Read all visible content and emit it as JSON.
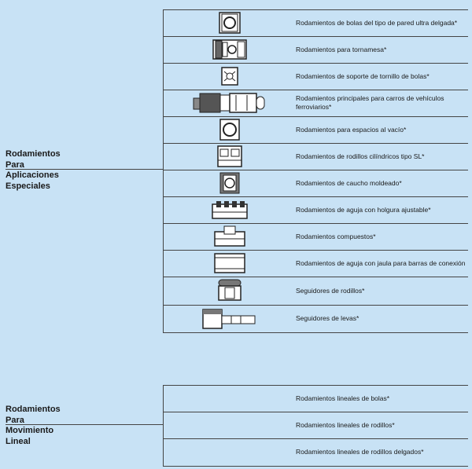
{
  "groups": [
    {
      "label": "Rodamientos\nPara\nAplicaciones\nEspeciales",
      "items": [
        {
          "label": "Rodamientos de bolas del tipo de pared ultra delgada*",
          "icon": "thin-ball-bearing-icon"
        },
        {
          "label": "Rodamientos para tornamesa*",
          "icon": "turntable-bearing-icon"
        },
        {
          "label": "Rodamientos de soporte de tornillo de bolas*",
          "icon": "ballscrew-support-bearing-icon"
        },
        {
          "label": "Rodamientos principales para carros de vehículos ferroviarios*",
          "icon": "railway-bearing-icon"
        },
        {
          "label": "Rodamientos para espacios al vacío*",
          "icon": "vacuum-bearing-icon"
        },
        {
          "label": "Rodamientos de rodillos cilíndricos tipo SL*",
          "icon": "sl-cylindrical-roller-bearing-icon"
        },
        {
          "label": "Rodamientos de caucho moldeado*",
          "icon": "rubber-molded-bearing-icon"
        },
        {
          "label": "Rodamientos de aguja con holgura ajustable*",
          "icon": "adjustable-needle-bearing-icon"
        },
        {
          "label": "Rodamientos compuestos*",
          "icon": "complex-bearing-icon"
        },
        {
          "label": "Rodamientos de aguja con jaula para barras de conexión",
          "icon": "connecting-rod-needle-bearing-icon"
        },
        {
          "label": "Seguidores de rodillos*",
          "icon": "roller-follower-icon"
        },
        {
          "label": "Seguidores de levas*",
          "icon": "cam-follower-icon"
        }
      ]
    },
    {
      "label": "Rodamientos\nPara\nMovimiento\nLineal",
      "items": [
        {
          "label": "Rodamientos lineales de bolas*"
        },
        {
          "label": "Rodamientos lineales de rodillos*"
        },
        {
          "label": "Rodamientos lineales de rodillos delgados*"
        }
      ]
    }
  ],
  "colors": {
    "background": "#c8e2f5",
    "line": "#444444",
    "icon_fill": "#ffffff",
    "icon_stroke": "#222222"
  }
}
